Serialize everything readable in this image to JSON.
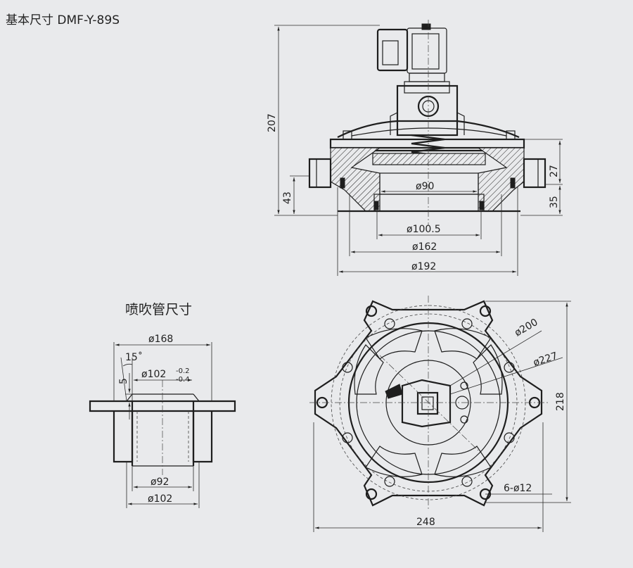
{
  "title": "基本尺寸 DMF-Y-89S",
  "nozzle_title": "喷吹管尺寸",
  "side_view": {
    "height_207": "207",
    "height_43": "43",
    "height_27": "27",
    "height_35": "35",
    "dia_90": "ø90",
    "dia_100_5": "ø100.5",
    "dia_162": "ø162",
    "dia_192": "ø192"
  },
  "nozzle": {
    "dia_168": "ø168",
    "angle_15": "15˚",
    "height_5": "5",
    "dia_102": "ø102",
    "tol_upper": "-0.2",
    "tol_lower": "-0.4",
    "dia_92": "ø92",
    "dia_102_bottom": "ø102"
  },
  "top_view": {
    "dia_200": "ø200",
    "dia_227": "ø227",
    "height_218": "218",
    "holes": "6-ø12",
    "width_248": "248"
  }
}
